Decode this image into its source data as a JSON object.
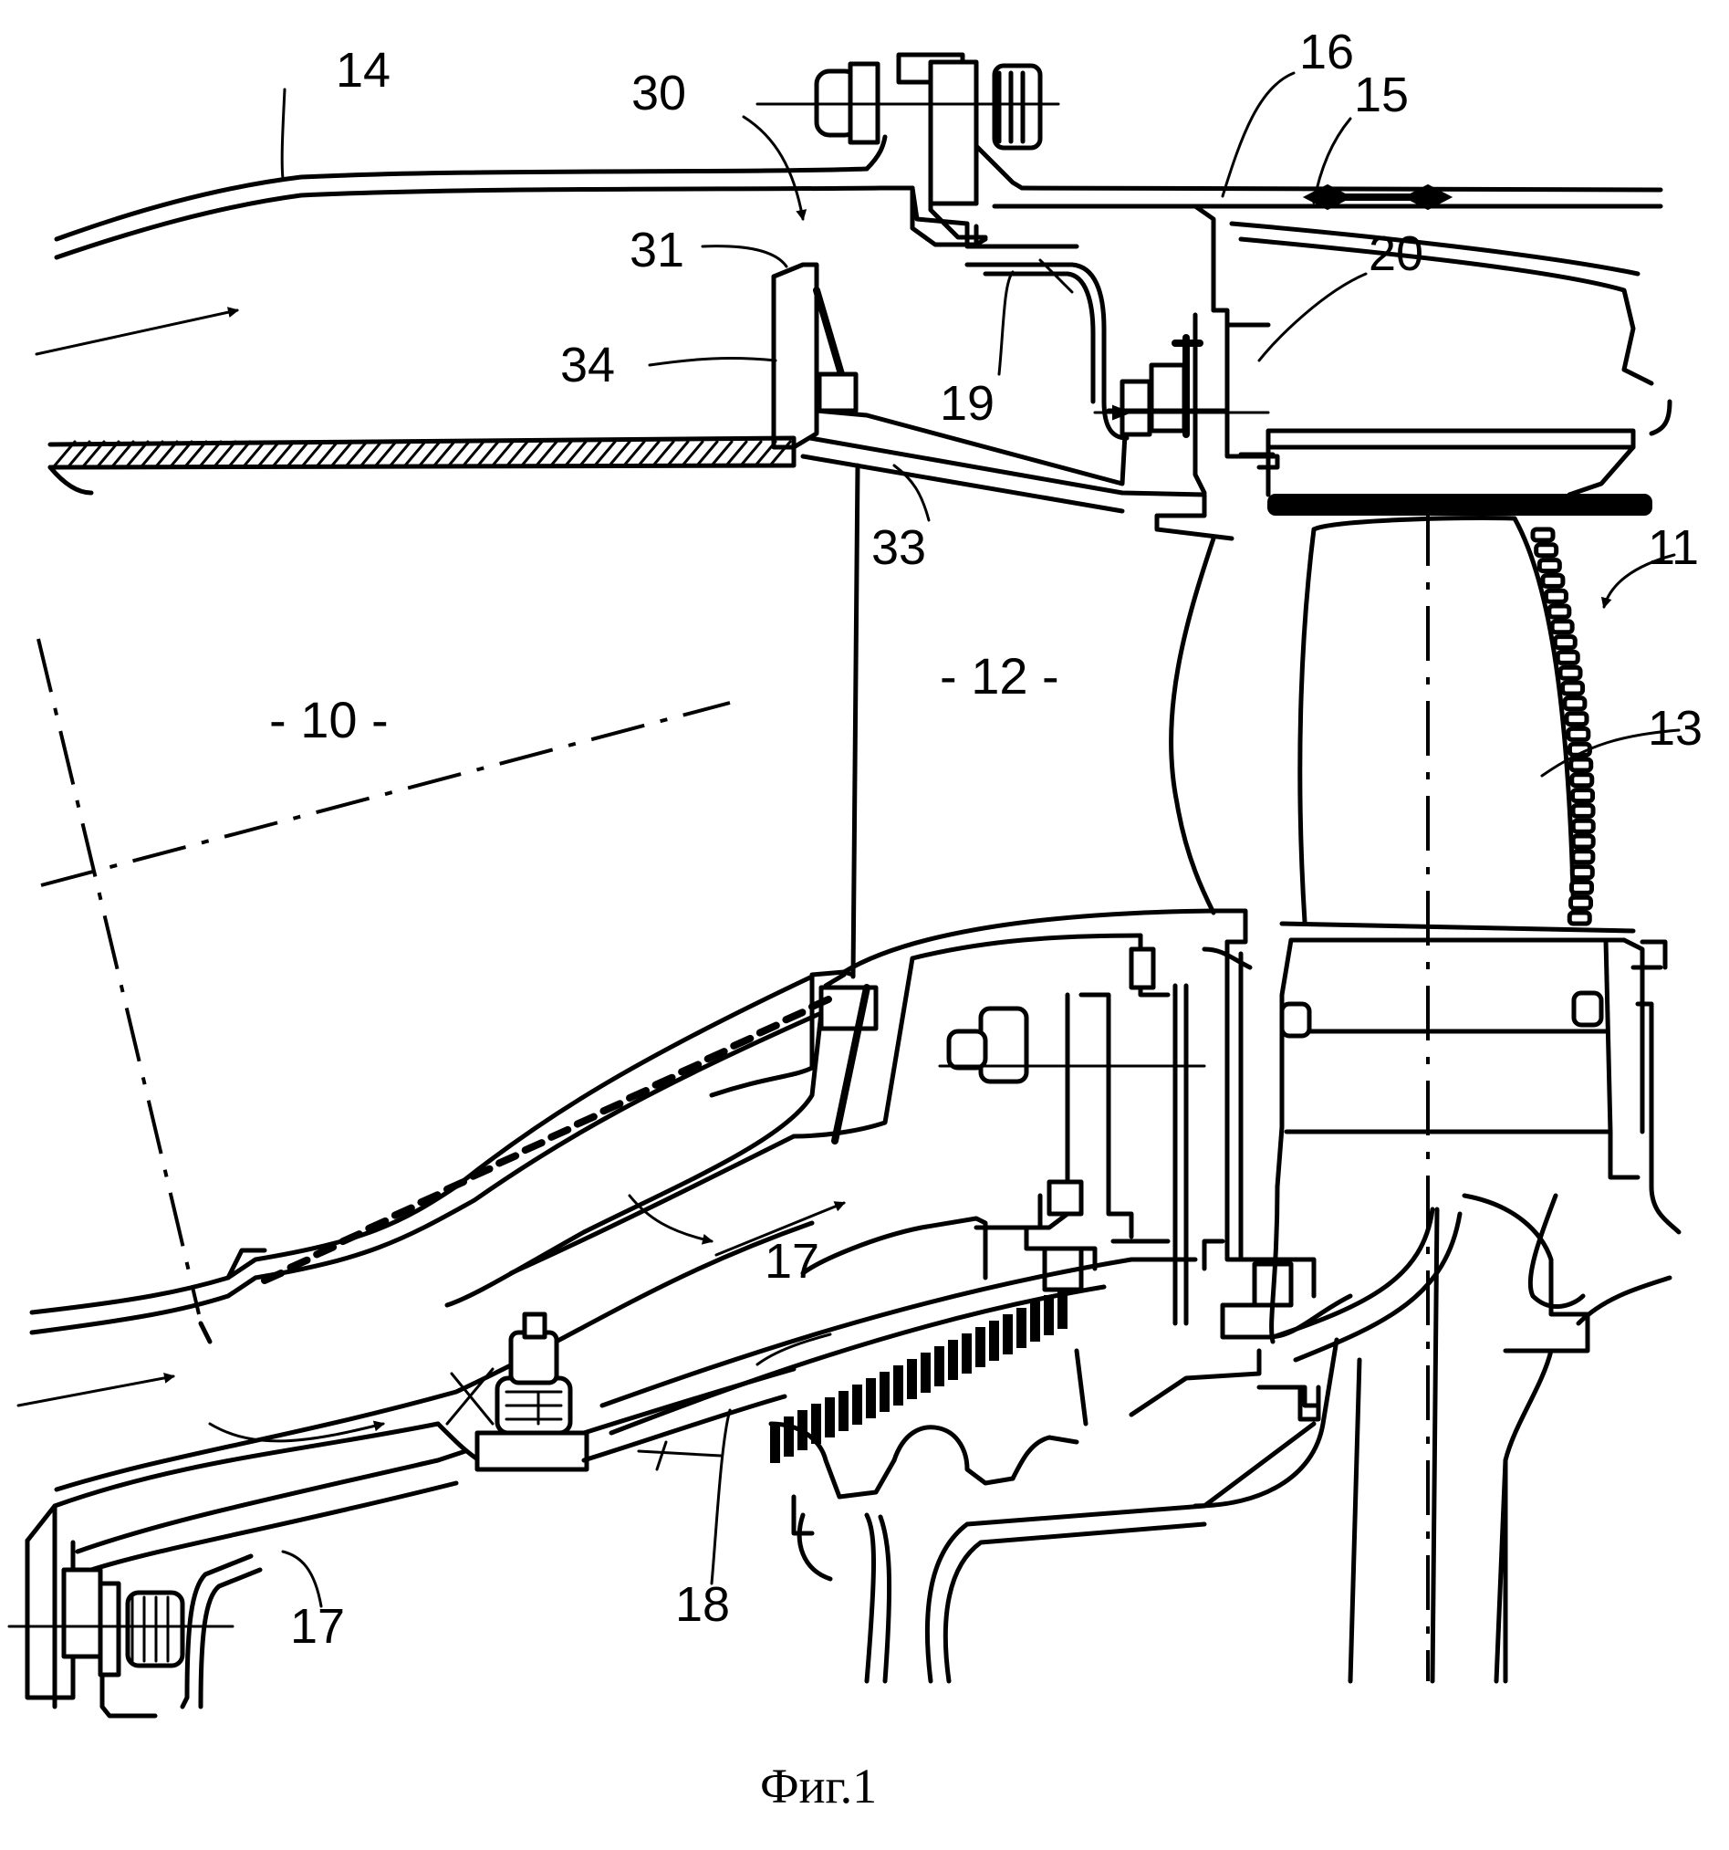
{
  "labels": [
    {
      "id": "14",
      "text": "14"
    },
    {
      "id": "30",
      "text": "30"
    },
    {
      "id": "16",
      "text": "16"
    },
    {
      "id": "15",
      "text": "15"
    },
    {
      "id": "31",
      "text": "31"
    },
    {
      "id": "20",
      "text": "20"
    },
    {
      "id": "34",
      "text": "34"
    },
    {
      "id": "19",
      "text": "19"
    },
    {
      "id": "33",
      "text": "33"
    },
    {
      "id": "11",
      "text": "11"
    },
    {
      "id": "13",
      "text": "13"
    },
    {
      "id": "17a",
      "text": "17"
    },
    {
      "id": "17b",
      "text": "17"
    },
    {
      "id": "18",
      "text": "18"
    }
  ],
  "zones": [
    {
      "id": "zone10",
      "text": "- 10 -"
    },
    {
      "id": "zone12",
      "text": "- 12 -"
    }
  ],
  "caption": "Фиг.1"
}
